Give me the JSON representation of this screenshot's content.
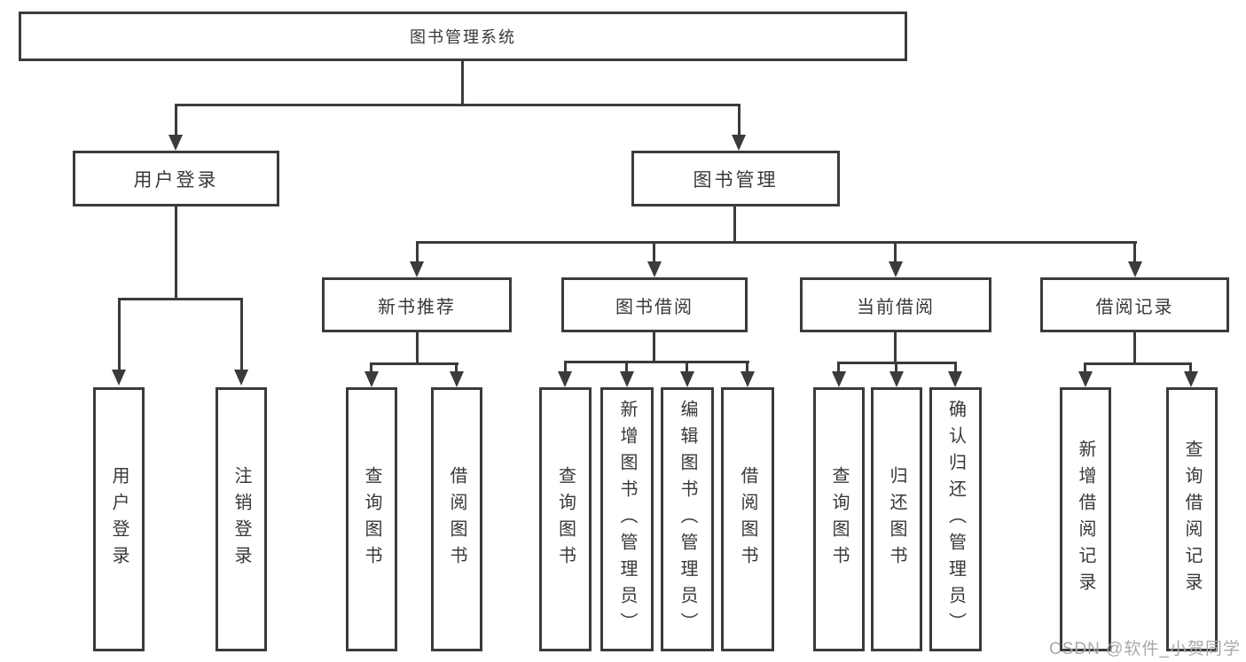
{
  "tree": {
    "root": {
      "label": "图书管理系统"
    },
    "level2": {
      "user_login": {
        "label": "用户登录",
        "children": [
          {
            "label": "用户登录"
          },
          {
            "label": "注销登录"
          }
        ]
      },
      "book_management": {
        "label": "图书管理",
        "children": [
          {
            "label": "新书推荐",
            "children": [
              {
                "label": "查询图书"
              },
              {
                "label": "借阅图书"
              }
            ]
          },
          {
            "label": "图书借阅",
            "children": [
              {
                "label": "查询图书"
              },
              {
                "label": "新增图书（管理员）"
              },
              {
                "label": "编辑图书（管理员）"
              },
              {
                "label": "借阅图书"
              }
            ]
          },
          {
            "label": "当前借阅",
            "children": [
              {
                "label": "查询图书"
              },
              {
                "label": "归还图书"
              },
              {
                "label": "确认归还（管理员）"
              }
            ]
          },
          {
            "label": "借阅记录",
            "children": [
              {
                "label": "新增借阅记录"
              },
              {
                "label": "查询借阅记录"
              }
            ]
          }
        ]
      }
    }
  },
  "watermark": {
    "text": "CSDN @软件_小贺同学"
  },
  "colors": {
    "line": "#3b3b3b",
    "text": "#383838",
    "watermark": "#a9a9a9",
    "background": "#ffffff"
  }
}
